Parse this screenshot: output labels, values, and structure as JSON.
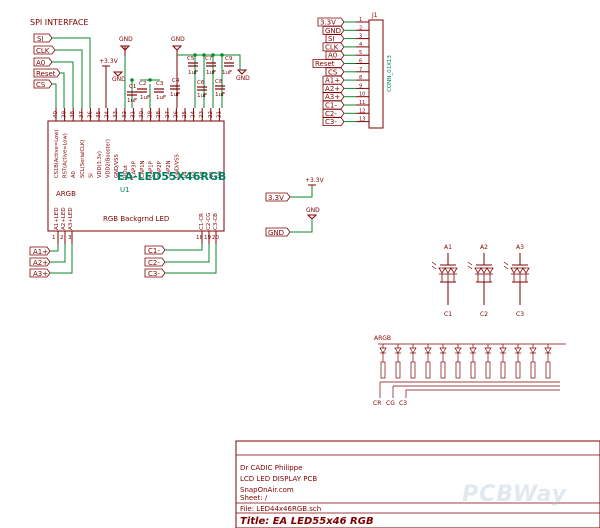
{
  "spi_title": "SPI INTERFACE",
  "colors": {
    "wire": "#0a8a2a",
    "body": "#800000",
    "pin": "#800000",
    "text": "#000000",
    "part": "#008060",
    "gnd": "#800000"
  },
  "left_labels": [
    "SI",
    "CLK",
    "A0",
    "Reset",
    "CS"
  ],
  "u1": {
    "name": "EA-LED55X46RGB",
    "ref": "U1",
    "top_pins": [
      {
        "num": "40",
        "name": "CS1B(Active=Low)"
      },
      {
        "num": "39",
        "name": "RST(Active=Low)"
      },
      {
        "num": "38",
        "name": "A0"
      },
      {
        "num": "37",
        "name": "SCL(SerialCLK)"
      },
      {
        "num": "36",
        "name": "SI"
      },
      {
        "num": "35",
        "name": "VDD(3.3v)"
      },
      {
        "num": "34",
        "name": "VDD2(Booster)"
      },
      {
        "num": "33",
        "name": "GND/VSS"
      },
      {
        "num": "32",
        "name": "VOut"
      },
      {
        "num": "31",
        "name": "CAP3P"
      },
      {
        "num": "30",
        "name": "CAP1N"
      },
      {
        "num": "29",
        "name": "CAP1P"
      },
      {
        "num": "28",
        "name": "CAP2P"
      },
      {
        "num": "27",
        "name": "CAP2N"
      },
      {
        "num": "26",
        "name": "GND/VSS"
      },
      {
        "num": "25",
        "name": "V4"
      },
      {
        "num": "24",
        "name": "V3"
      },
      {
        "num": "23",
        "name": "V2"
      },
      {
        "num": "22",
        "name": "V1"
      },
      {
        "num": "21",
        "name": "V0"
      }
    ],
    "argb_section": "ARGB",
    "argb_pins": [
      {
        "num": "1",
        "name": "A1+LED"
      },
      {
        "num": "2",
        "name": "A2+LED"
      },
      {
        "num": "3",
        "name": "A3+LED"
      }
    ],
    "c_pins": [
      {
        "num": "18",
        "name": "C1-CR"
      },
      {
        "num": "19",
        "name": "C2-CG"
      },
      {
        "num": "20",
        "name": "C3-CB"
      }
    ],
    "backlight_label": "RGB Backgrnd LED"
  },
  "bottom_left_labels": [
    "A1+",
    "A2+",
    "A3+"
  ],
  "bottom_mid_labels": [
    "C1-",
    "C2-",
    "C3-"
  ],
  "power": {
    "v33": "+3.3V",
    "gnd": "GND"
  },
  "caps": [
    {
      "ref": "C1",
      "val": "1uF"
    },
    {
      "ref": "C2",
      "val": "1uF"
    },
    {
      "ref": "C3",
      "val": "1uF"
    },
    {
      "ref": "C4",
      "val": "1uF"
    },
    {
      "ref": "C5",
      "val": "1uF"
    },
    {
      "ref": "C6",
      "val": "1uF"
    },
    {
      "ref": "C7",
      "val": "1uF"
    },
    {
      "ref": "C8",
      "val": "1uF"
    },
    {
      "ref": "C9",
      "val": "1uF"
    }
  ],
  "connector": {
    "ref": "J1",
    "name": "CONN_01X13",
    "labels": [
      "3.3V",
      "GND",
      "SI",
      "CLK",
      "A0",
      "Reset",
      "CS",
      "A1+",
      "A2+",
      "A3+",
      "C1-",
      "C2-",
      "C3-"
    ],
    "pins": [
      "1",
      "2",
      "3",
      "4",
      "5",
      "6",
      "7",
      "8",
      "9",
      "10",
      "11",
      "12",
      "13"
    ]
  },
  "mid_labels": {
    "v33": "3.3V",
    "gnd": "GND"
  },
  "leds": {
    "anodes": [
      "A1",
      "A2",
      "A3"
    ],
    "cathodes": [
      "C1",
      "C2",
      "C3"
    ]
  },
  "argb_matrix": {
    "label": "ARGB",
    "cathodes": [
      "CR",
      "CG",
      "C3"
    ]
  },
  "title_block": {
    "author": "Dr CADIC Philippe",
    "project": "LCD LED DISPLAY PCB",
    "site": "SnapOnAir.com",
    "sheet": "Sheet: /",
    "file": "File: LED44x46RGB.sch",
    "title": "Title: EA LED55x46 RGB"
  },
  "watermark": "PCBWay"
}
